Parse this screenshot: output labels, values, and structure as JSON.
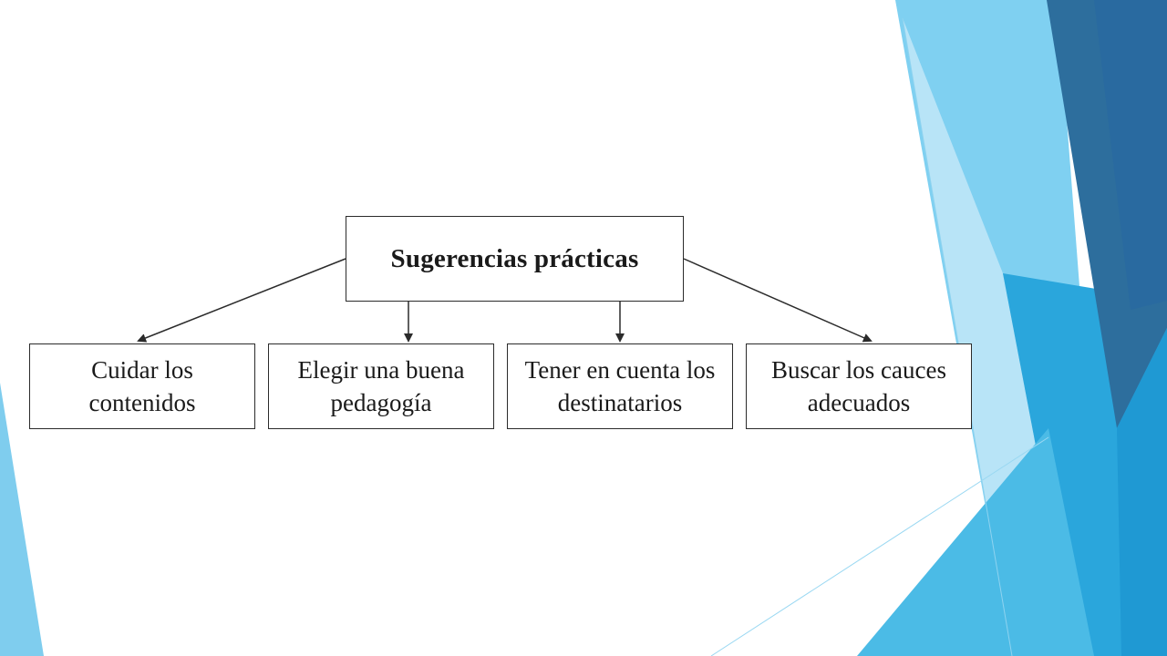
{
  "diagram": {
    "root": {
      "label": "Sugerencias prácticas"
    },
    "children": [
      {
        "line1": "Cuidar los",
        "line2": "contenidos"
      },
      {
        "line1": "Elegir una buena",
        "line2": "pedagogía"
      },
      {
        "line1": "Tener en cuenta los",
        "line2": "destinatarios"
      },
      {
        "line1": "Buscar los cauces",
        "line2": "adecuados"
      }
    ]
  },
  "theme": {
    "accent_light": "#8fd3f0",
    "accent_mid": "#2ea9df",
    "accent_dark": "#2a6f9f",
    "line_color": "#2b2b2b"
  }
}
